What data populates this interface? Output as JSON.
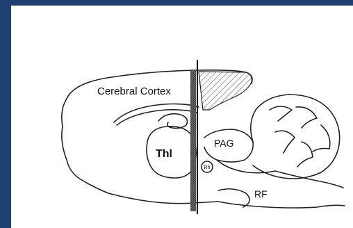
{
  "diagram": {
    "labels": {
      "cortex": "Cerebral Cortex",
      "thalamus": "Thl",
      "pag": "PAG",
      "rf": "RF",
      "small_nucleus": "Rh"
    }
  }
}
